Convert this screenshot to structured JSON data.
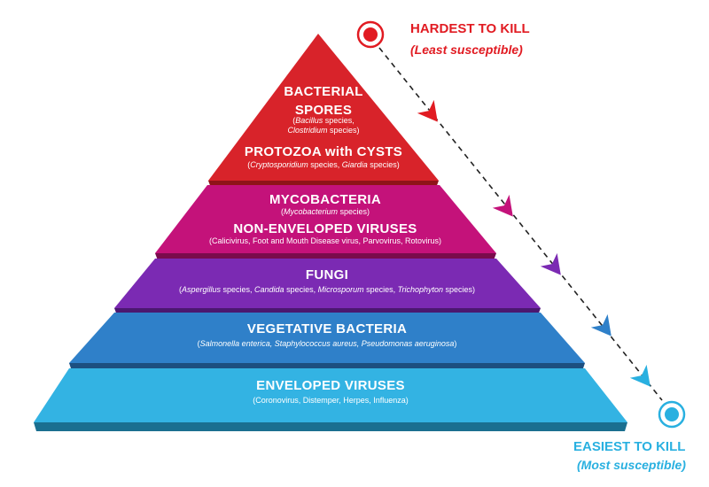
{
  "top_marker": {
    "title": "HARDEST TO KILL",
    "subtitle": "(Least susceptible)",
    "color": "#e11b22"
  },
  "bottom_marker": {
    "title": "EASIEST TO KILL",
    "subtitle": "(Most susceptible)",
    "color": "#29b0e0"
  },
  "tiers": [
    {
      "color": "#d8232a",
      "side_color": "#8f1418",
      "groups": [
        {
          "title": "BACTERIAL",
          "title_line2": "SPORES",
          "sub_lines": [
            [
              {
                "t": "(",
                "i": false
              },
              {
                "t": "Bacillus",
                "i": true
              },
              {
                "t": " species,",
                "i": false
              }
            ],
            [
              {
                "t": "Clostridium",
                "i": true
              },
              {
                "t": " species)",
                "i": false
              }
            ]
          ]
        },
        {
          "title": "PROTOZOA with CYSTS",
          "sub_lines": [
            [
              {
                "t": "(",
                "i": false
              },
              {
                "t": "Cryptosporidium",
                "i": true
              },
              {
                "t": " species, ",
                "i": false
              },
              {
                "t": "Giardia",
                "i": true
              },
              {
                "t": " species)",
                "i": false
              }
            ]
          ]
        }
      ]
    },
    {
      "color": "#c4127a",
      "side_color": "#7a0b4c",
      "groups": [
        {
          "title": "MYCOBACTERIA",
          "sub_lines": [
            [
              {
                "t": "(",
                "i": false
              },
              {
                "t": "Mycobacterium",
                "i": true
              },
              {
                "t": " species)",
                "i": false
              }
            ]
          ]
        },
        {
          "title": "NON-ENVELOPED VIRUSES",
          "sub_lines": [
            [
              {
                "t": "(Calicivirus, Foot and Mouth Disease virus, Parvovirus, Rotovirus)",
                "i": false
              }
            ]
          ]
        }
      ]
    },
    {
      "color": "#7b2ab3",
      "side_color": "#4b1870",
      "groups": [
        {
          "title": "FUNGI",
          "sub_lines": [
            [
              {
                "t": "(",
                "i": false
              },
              {
                "t": "Aspergillus",
                "i": true
              },
              {
                "t": " species, ",
                "i": false
              },
              {
                "t": "Candida",
                "i": true
              },
              {
                "t": " species, ",
                "i": false
              },
              {
                "t": "Microsporum",
                "i": true
              },
              {
                "t": " species, ",
                "i": false
              },
              {
                "t": "Trichophyton",
                "i": true
              },
              {
                "t": " species)",
                "i": false
              }
            ]
          ]
        }
      ]
    },
    {
      "color": "#2f80c9",
      "side_color": "#1c4f80",
      "groups": [
        {
          "title": "VEGETATIVE BACTERIA",
          "sub_lines": [
            [
              {
                "t": "(",
                "i": false
              },
              {
                "t": "Salmonella enterica, Staphylococcus aureus, Pseudomonas aeruginosa",
                "i": true
              },
              {
                "t": ")",
                "i": false
              }
            ]
          ]
        }
      ]
    },
    {
      "color": "#33b3e3",
      "side_color": "#1a6f90",
      "groups": [
        {
          "title": "ENVELOPED VIRUSES",
          "sub_lines": [
            [
              {
                "t": "(Coronovirus, Distemper, Herpes, Influenza)",
                "i": false
              }
            ]
          ]
        }
      ]
    }
  ],
  "arrow_colors": [
    "#e11b22",
    "#c4127a",
    "#7b2ab3",
    "#2f80c9",
    "#29b0e0"
  ]
}
